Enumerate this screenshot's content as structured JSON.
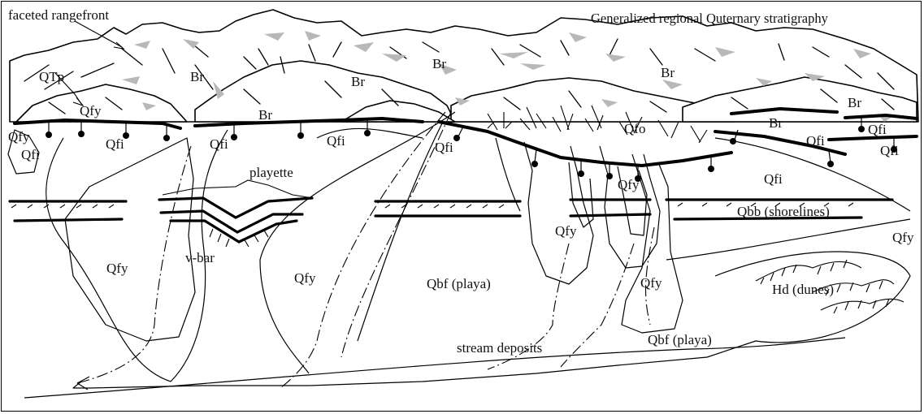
{
  "title": "Generalized regional Quternary stratigraphy",
  "labels": {
    "rangefront": "faceted rangefront",
    "qtp": "QTp",
    "br": "Br",
    "qfy": "Qfy",
    "qfi": "Qfi",
    "qfo": "Qfo",
    "playette": "playette",
    "vbar": "v-bar",
    "qbb": "Qbb (shorelines)",
    "qbf": "Qbf (playa)",
    "hd": "Hd (dunes)",
    "stream": "stream deposits"
  },
  "colors": {
    "ink": "#000000",
    "snow": "#b8b8b8",
    "background": "#ffffff"
  }
}
